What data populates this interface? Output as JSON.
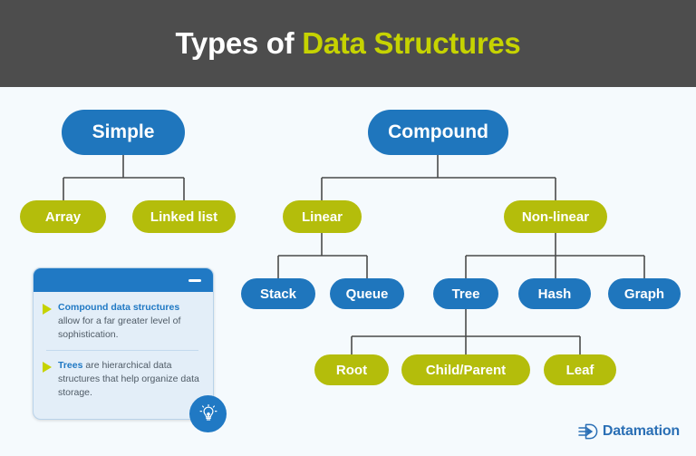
{
  "header": {
    "title_main": "Types of ",
    "title_accent": "Data Structures"
  },
  "colors": {
    "header_bg": "#4d4d4d",
    "canvas_bg": "#f5fafd",
    "node_blue": "#1f76bd",
    "node_green": "#b4bd0b",
    "title_accent": "#c6d300",
    "connector": "#4a4a4a",
    "callout_header": "#2079c4",
    "callout_body": "#e3eef8",
    "logo_blue": "#2a6fb5"
  },
  "chart_data": {
    "type": "diagram",
    "title": "Types of Data Structures",
    "nodes": [
      {
        "id": "simple",
        "label": "Simple",
        "level": 1,
        "color": "blue",
        "parent": null
      },
      {
        "id": "compound",
        "label": "Compound",
        "level": 1,
        "color": "blue",
        "parent": null
      },
      {
        "id": "array",
        "label": "Array",
        "level": 2,
        "color": "green",
        "parent": "simple"
      },
      {
        "id": "linked-list",
        "label": "Linked list",
        "level": 2,
        "color": "green",
        "parent": "simple"
      },
      {
        "id": "linear",
        "label": "Linear",
        "level": 2,
        "color": "green",
        "parent": "compound"
      },
      {
        "id": "non-linear",
        "label": "Non-linear",
        "level": 2,
        "color": "green",
        "parent": "compound"
      },
      {
        "id": "stack",
        "label": "Stack",
        "level": 3,
        "color": "blue",
        "parent": "linear"
      },
      {
        "id": "queue",
        "label": "Queue",
        "level": 3,
        "color": "blue",
        "parent": "linear"
      },
      {
        "id": "tree",
        "label": "Tree",
        "level": 3,
        "color": "blue",
        "parent": "non-linear"
      },
      {
        "id": "hash",
        "label": "Hash",
        "level": 3,
        "color": "blue",
        "parent": "non-linear"
      },
      {
        "id": "graph",
        "label": "Graph",
        "level": 3,
        "color": "blue",
        "parent": "non-linear"
      },
      {
        "id": "root",
        "label": "Root",
        "level": 4,
        "color": "green",
        "parent": "tree"
      },
      {
        "id": "child-parent",
        "label": "Child/Parent",
        "level": 4,
        "color": "green",
        "parent": "tree"
      },
      {
        "id": "leaf",
        "label": "Leaf",
        "level": 4,
        "color": "green",
        "parent": "tree"
      }
    ]
  },
  "nodes": {
    "simple": "Simple",
    "compound": "Compound",
    "array": "Array",
    "linked_list": "Linked list",
    "linear": "Linear",
    "non_linear": "Non-linear",
    "stack": "Stack",
    "queue": "Queue",
    "tree": "Tree",
    "hash": "Hash",
    "graph": "Graph",
    "root": "Root",
    "child_parent": "Child/Parent",
    "leaf": "Leaf"
  },
  "callout": {
    "minimize_label": "—",
    "bullets": [
      {
        "lead": "Compound data structures",
        "rest": " allow for a far greater level of sophistication."
      },
      {
        "lead": "Trees",
        "rest": " are hierarchical data structures that help organize data storage."
      }
    ]
  },
  "logo": {
    "text": "Datamation"
  }
}
